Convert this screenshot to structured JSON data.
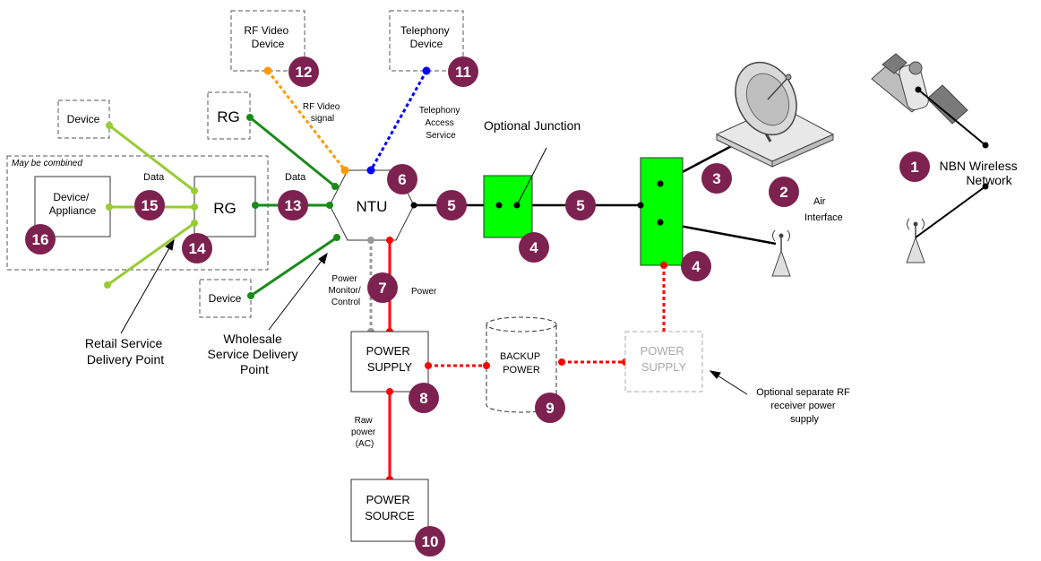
{
  "boxes": {
    "rf_video_device": [
      "RF Video",
      "Device"
    ],
    "telephony_device": [
      "Telephony",
      "Device"
    ],
    "device_top": "Device",
    "rg_top": "RG",
    "device_appliance": [
      "Device/",
      "Appliance"
    ],
    "rg_main": "RG",
    "ntu": "NTU",
    "device_bottom": "Device",
    "power_supply": [
      "POWER",
      "SUPPLY"
    ],
    "backup_power": [
      "BACKUP",
      "POWER"
    ],
    "power_supply_optional": [
      "POWER",
      "SUPPLY"
    ],
    "power_source": [
      "POWER",
      "SOURCE"
    ]
  },
  "labels": {
    "may_be_combined": "May be combined",
    "data_left": "Data",
    "data_right": "Data",
    "rf_video_signal": [
      "RF Video",
      "signal"
    ],
    "telephony_access_service": [
      "Telephony",
      "Access",
      "Service"
    ],
    "optional_junction": "Optional Junction",
    "air_interface": [
      "Air",
      "Interface"
    ],
    "nbn_wireless_network": [
      "NBN Wireless",
      "Network"
    ],
    "power_monitor_control": [
      "Power",
      "Monitor/",
      "Control"
    ],
    "power": "Power",
    "raw_power": [
      "Raw",
      "power",
      "(AC)"
    ],
    "retail_sdp": [
      "Retail Service",
      "Delivery Point"
    ],
    "wholesale_sdp": [
      "Wholesale",
      "Service Delivery",
      "Point"
    ],
    "optional_rf_power": [
      "Optional separate RF",
      "receiver power",
      "supply"
    ]
  },
  "badges": [
    "1",
    "2",
    "3",
    "4",
    "4",
    "5",
    "5",
    "6",
    "7",
    "8",
    "9",
    "10",
    "11",
    "12",
    "13",
    "14",
    "15",
    "16"
  ],
  "colors": {
    "badge": "#7d2250",
    "green_dark": "#1a8a1a",
    "green_light": "#99cc33",
    "orange": "#ff9900",
    "blue": "#0000ff",
    "red": "#ff0000",
    "grey": "#999999",
    "junction_fill": "#00ff00"
  }
}
